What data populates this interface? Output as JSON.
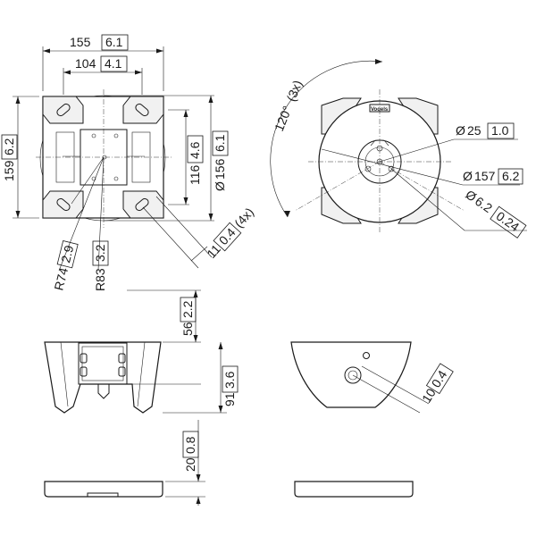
{
  "dimensions": {
    "top_width": {
      "mm": "155",
      "inch": "6.1"
    },
    "top_inner_width": {
      "mm": "104",
      "inch": "4.1"
    },
    "top_height": {
      "mm": "159",
      "inch": "6.2"
    },
    "top_inner_height": {
      "mm": "116",
      "inch": "4.6"
    },
    "top_diameter": {
      "prefix": "Ø",
      "mm": "156",
      "inch": "6.1"
    },
    "slot": {
      "mm": "11",
      "inch": "0.4",
      "note": "(4x)"
    },
    "radius_a": {
      "mm": "R74",
      "inch": "2.9"
    },
    "radius_b": {
      "mm": "R83",
      "inch": "3.2"
    },
    "angle": {
      "value": "120°",
      "note": "(3x)"
    },
    "hole": {
      "prefix": "Ø",
      "mm": "25",
      "inch": "1.0"
    },
    "outer": {
      "prefix": "Ø",
      "mm": "157",
      "inch": "6.2"
    },
    "bolt": {
      "prefix": "Ø",
      "mm": "6.2",
      "inch": "0.24"
    },
    "front_top": {
      "mm": "56",
      "inch": "2.2"
    },
    "front_height": {
      "mm": "91",
      "inch": "3.6"
    },
    "side_hole": {
      "mm": "10",
      "inch": "0.4"
    },
    "plate_height": {
      "mm": "20",
      "inch": "0.8"
    }
  },
  "logo_text": "Vogels"
}
